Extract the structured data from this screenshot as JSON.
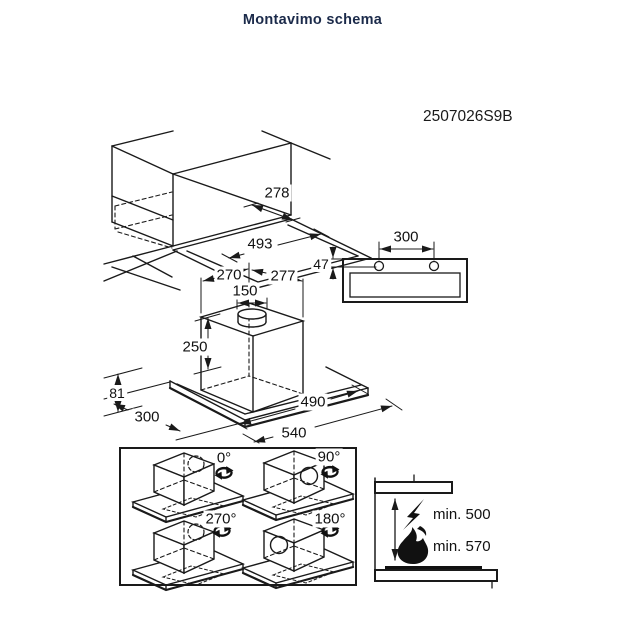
{
  "title": "Montavimo schema",
  "model_number": "2507026S9B",
  "colors": {
    "title_text": "#1b2a4a",
    "line": "#1a1a1a"
  },
  "cabinet_view": {
    "niche_depth": "278",
    "niche_width": "493"
  },
  "panel_view": {
    "hole_spacing": "300",
    "hole_offset": "47"
  },
  "hood_view": {
    "top_depth": "270",
    "top_width": "277",
    "duct_diameter": "150",
    "body_height": "250",
    "bottom_height": "81",
    "bottom_depth": "300",
    "inner_width": "490",
    "total_width": "540"
  },
  "rotation_box": {
    "options": [
      {
        "angle": "0°"
      },
      {
        "angle": "90°"
      },
      {
        "angle": "270°"
      },
      {
        "angle": "180°"
      }
    ]
  },
  "clearance_view": {
    "electric_clearance": "min. 500",
    "gas_clearance": "min. 570"
  }
}
